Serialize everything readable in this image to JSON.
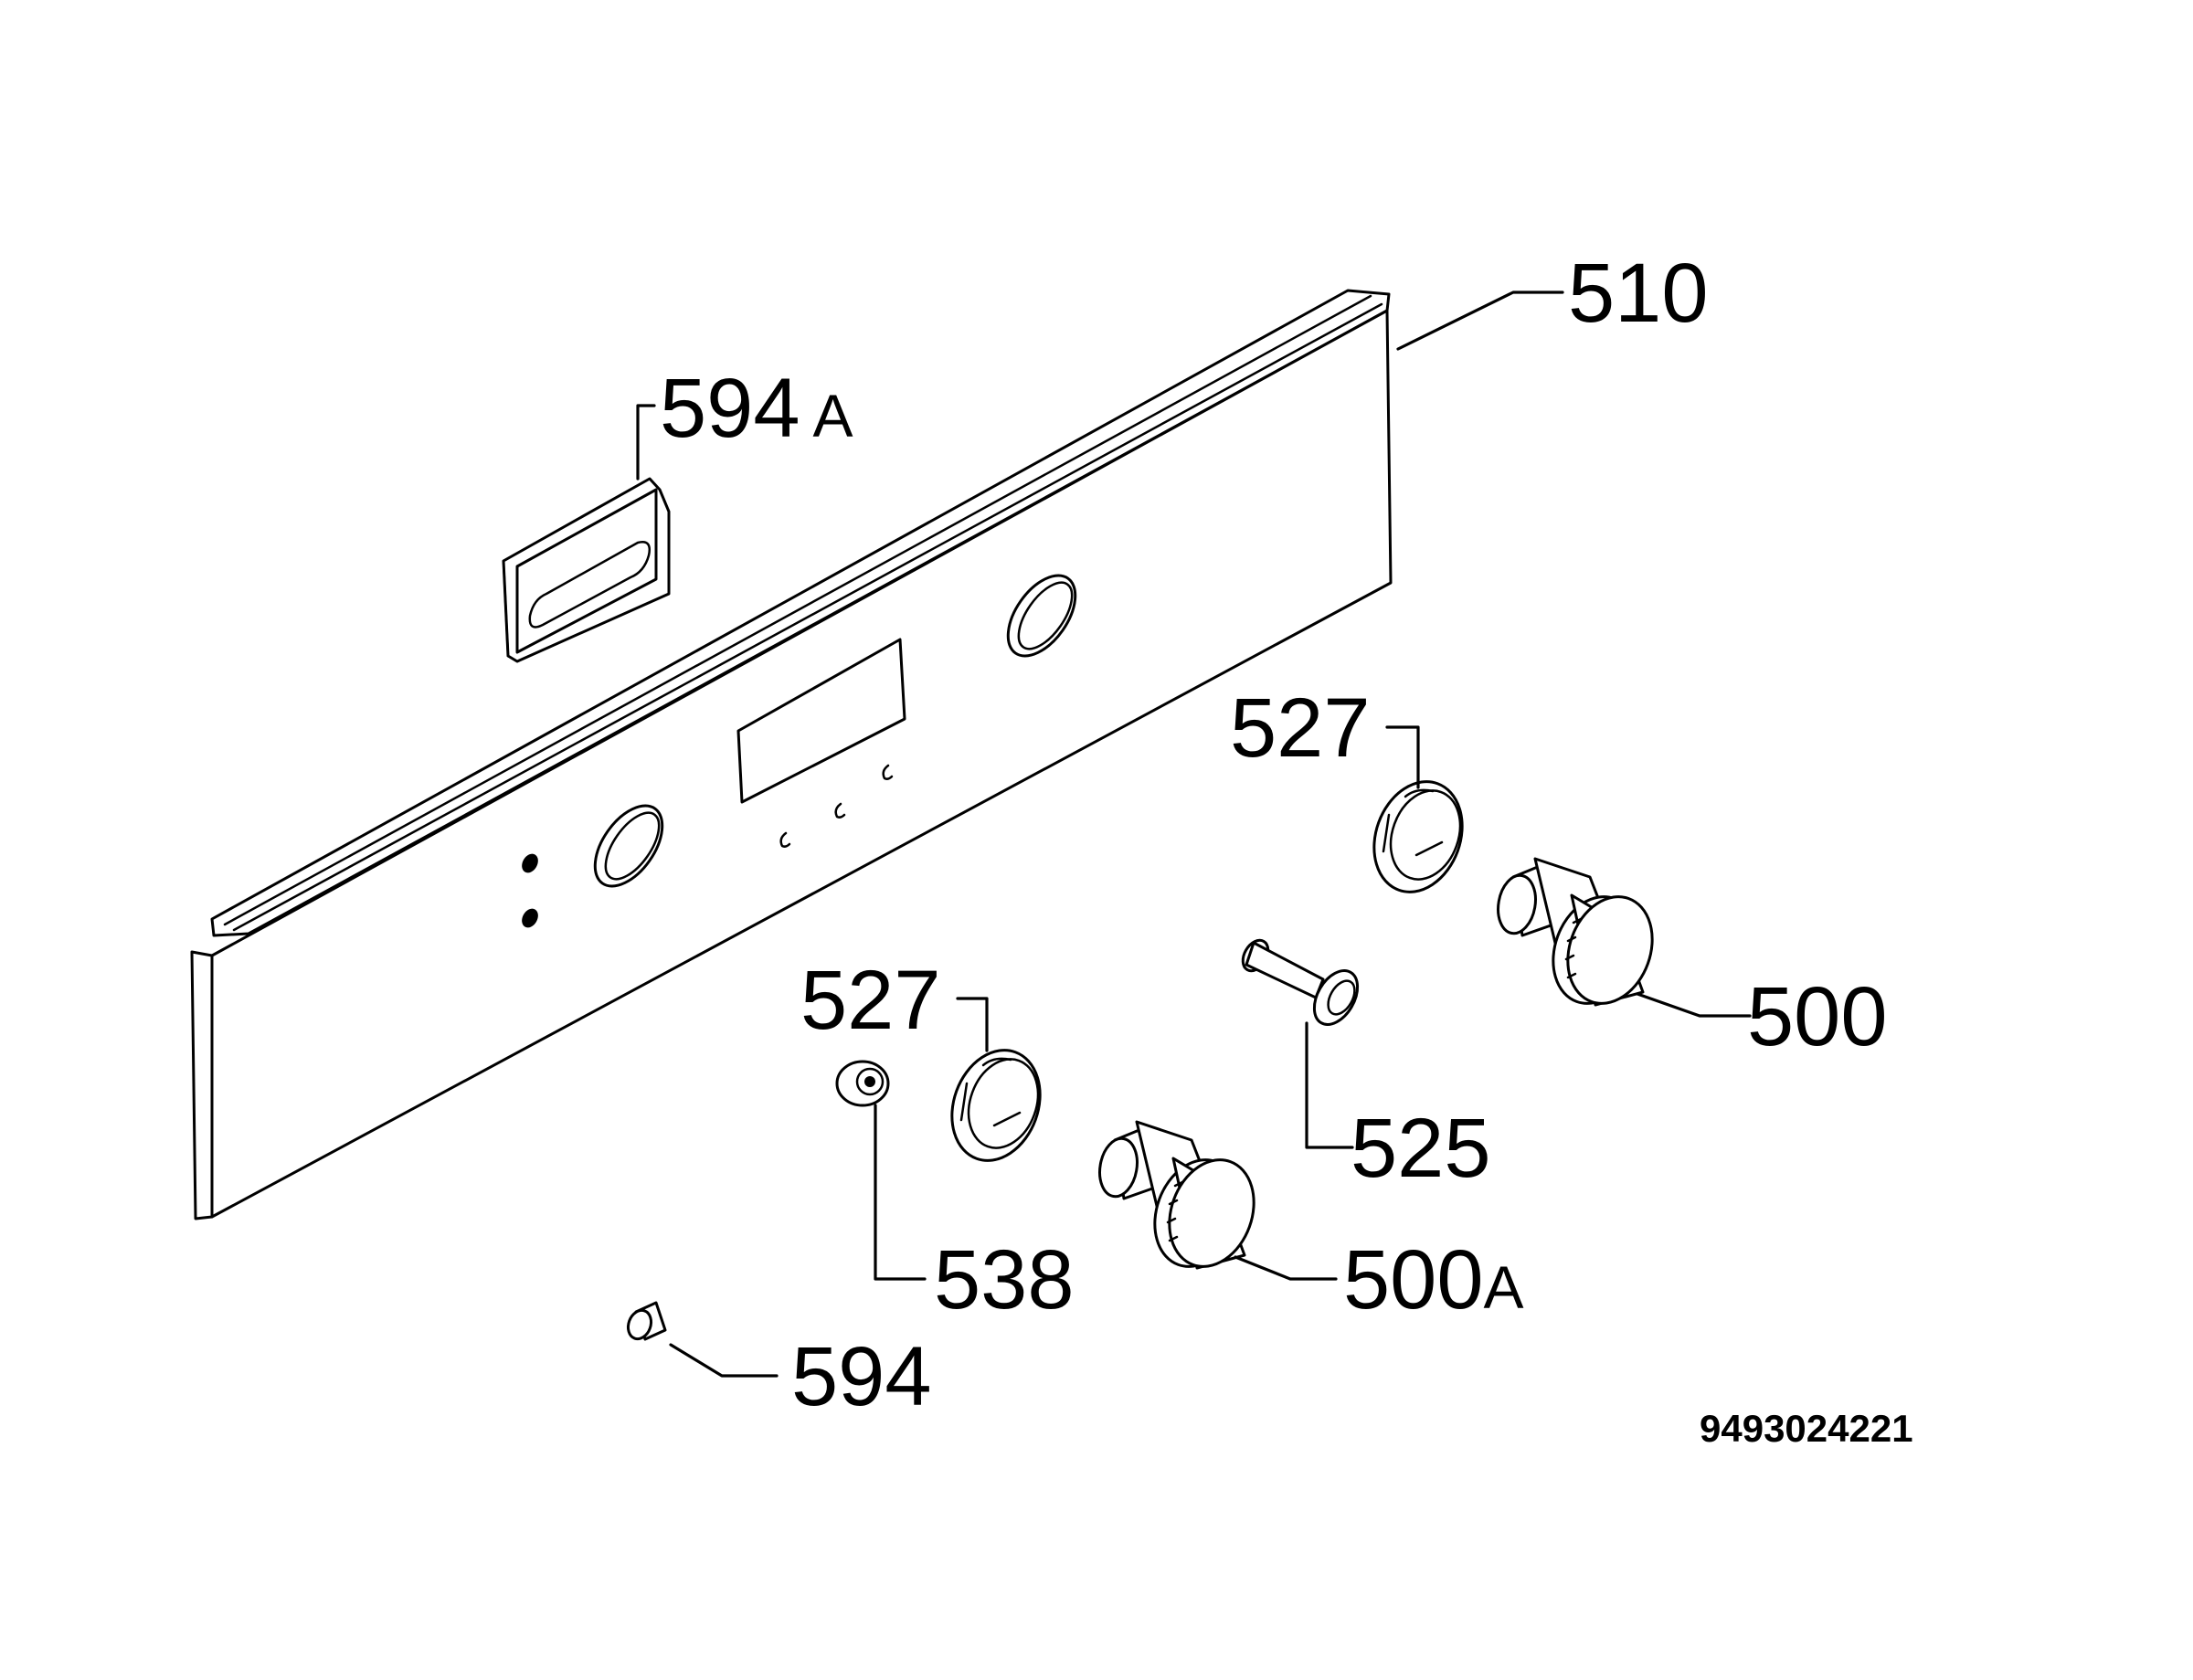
{
  "callouts": {
    "p510": {
      "num": "510",
      "suffix": ""
    },
    "p594a": {
      "num": "594",
      "suffix": "A"
    },
    "p527_top": {
      "num": "527",
      "suffix": ""
    },
    "p500": {
      "num": "500",
      "suffix": ""
    },
    "p525": {
      "num": "525",
      "suffix": ""
    },
    "p527_bottom": {
      "num": "527",
      "suffix": ""
    },
    "p538": {
      "num": "538",
      "suffix": ""
    },
    "p500a": {
      "num": "500",
      "suffix": "A"
    },
    "p594": {
      "num": "594",
      "suffix": ""
    }
  },
  "document_number": "9493024221"
}
